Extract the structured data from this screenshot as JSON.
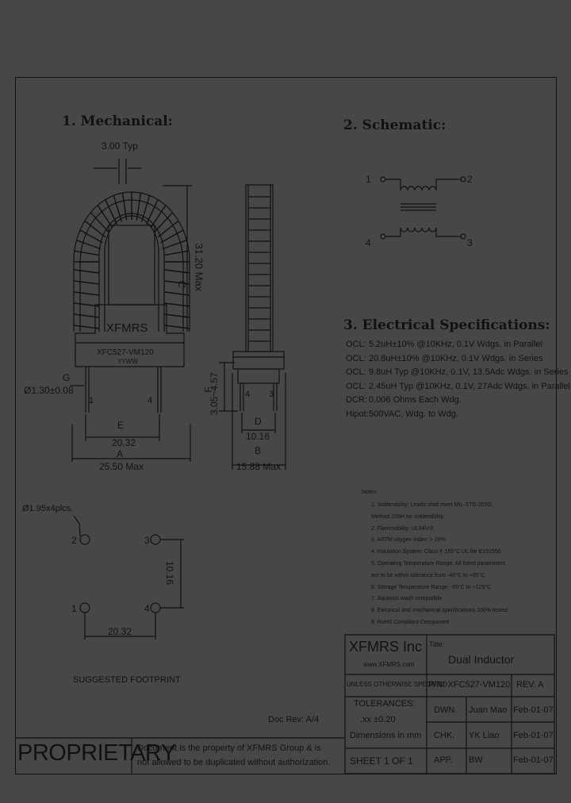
{
  "sections": {
    "mechanical": "1. Mechanical:",
    "schematic": "2. Schematic:",
    "electrical": "3. Electrical Specifications:"
  },
  "dims": {
    "top_width": "3.00 Typ",
    "c_letter": "C",
    "height": "31.20 Max",
    "g_letter": "G",
    "g_value": "Ø1.30±0.08",
    "e_letter": "E",
    "e_value": "20.32",
    "a_letter": "A",
    "a_value": "25.50 Max",
    "f_letter": "F",
    "f_value": "3.05~4.57",
    "d_letter": "D",
    "d_value": "10.16",
    "b_letter": "B",
    "b_value": "15.88 Max",
    "core_brand": "XFMRS",
    "core_part": "XFC527-VM120",
    "core_code": "YYWW",
    "pin1": "1",
    "pin4": "4",
    "side_pin4": "4",
    "side_pin3": "3"
  },
  "schematic": {
    "p1": "1",
    "p2": "2",
    "p3": "3",
    "p4": "4"
  },
  "specs": [
    {
      "k": "OCL:",
      "v": "5.2uH±10% @10KHz, 0.1V Wdgs. in Parallel"
    },
    {
      "k": "OCL:",
      "v": "20.8uH±10% @10KHz, 0.1V Wdgs. in Series"
    },
    {
      "k": "OCL:",
      "v": "9.8uH Typ @10KHz, 0.1V, 13.5Adc Wdgs. in Series"
    },
    {
      "k": "OCL:",
      "v": "2.45uH Typ @10KHz, 0.1V, 27Adc Wdgs. in Parallel"
    },
    {
      "k": "DCR:",
      "v": "0.006 Ohms Each Wdg."
    },
    {
      "k": "Hipot:",
      "v": "500VAC, Wdg. to Wdg."
    }
  ],
  "footprint": {
    "hole_label": "Ø1.95x4plcs.",
    "p1": "1",
    "p2": "2",
    "p3": "3",
    "p4": "4",
    "v_dim": "10.16",
    "h_dim": "20.32",
    "caption": "SUGGESTED FOOTPRINT"
  },
  "notes": {
    "title": "Notes:",
    "items": [
      "1. Solderability: Leads shall meet MIL-STD-202G,",
      "    Method 208H for solderability.",
      "2. Flammability: UL94V-0",
      "3. ASTM oxygen index: > 28%",
      "4. Insulation System: Class F 155°C  UL file E151556",
      "5. Operating Temperature Range: All listed parameters",
      "    are to be within tolerance from -40°C to +85°C",
      "6. Storage Temperature Range: -55°C to +125°C",
      "7. Aqueous wash compatible",
      "8. Electrical and mechanical specifications 100% tested",
      "9. RoHS Compliant Component"
    ]
  },
  "doc_rev": "Doc Rev: A/4",
  "title_block": {
    "company": "XFMRS Inc",
    "website": "www.XFMRS.com",
    "title_label": "Title:",
    "title": "Dual Inductor",
    "unless": "UNLESS OTHERWISE SPECIFIED",
    "pn": "P/N: XFC527-VM120",
    "rev": "REV. A",
    "tolerances": "TOLERANCES:",
    "tol_value": ".xx ±0.20",
    "dimensions": "Dimensions in mm",
    "dwn_label": "DWN.",
    "dwn_name": "Juan Mao",
    "dwn_date": "Feb-01-07",
    "chk_label": "CHK.",
    "chk_name": "YK Liao",
    "chk_date": "Feb-01-07",
    "sheet": "SHEET 1 OF 1",
    "app_label": "APP.",
    "app_name": "BW",
    "app_date": "Feb-01-07",
    "proprietary": "PROPRIETARY",
    "notice_line1": "Document is the property of XFMRS Group & is",
    "notice_line2": "not allowed to be duplicated without authorization."
  }
}
